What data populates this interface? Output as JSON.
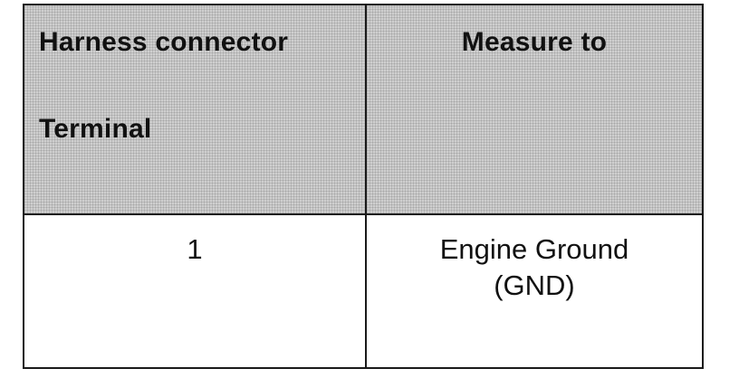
{
  "table": {
    "header": {
      "col1_line1": "Harness connector",
      "col1_line2": "Terminal",
      "col2": "Measure to"
    },
    "rows": [
      {
        "terminal": "1",
        "measure_line1": "Engine Ground",
        "measure_line2": "(GND)"
      }
    ]
  },
  "colors": {
    "header_background": "#cfcfcf",
    "border": "#1a1a1a",
    "text": "#111111"
  }
}
